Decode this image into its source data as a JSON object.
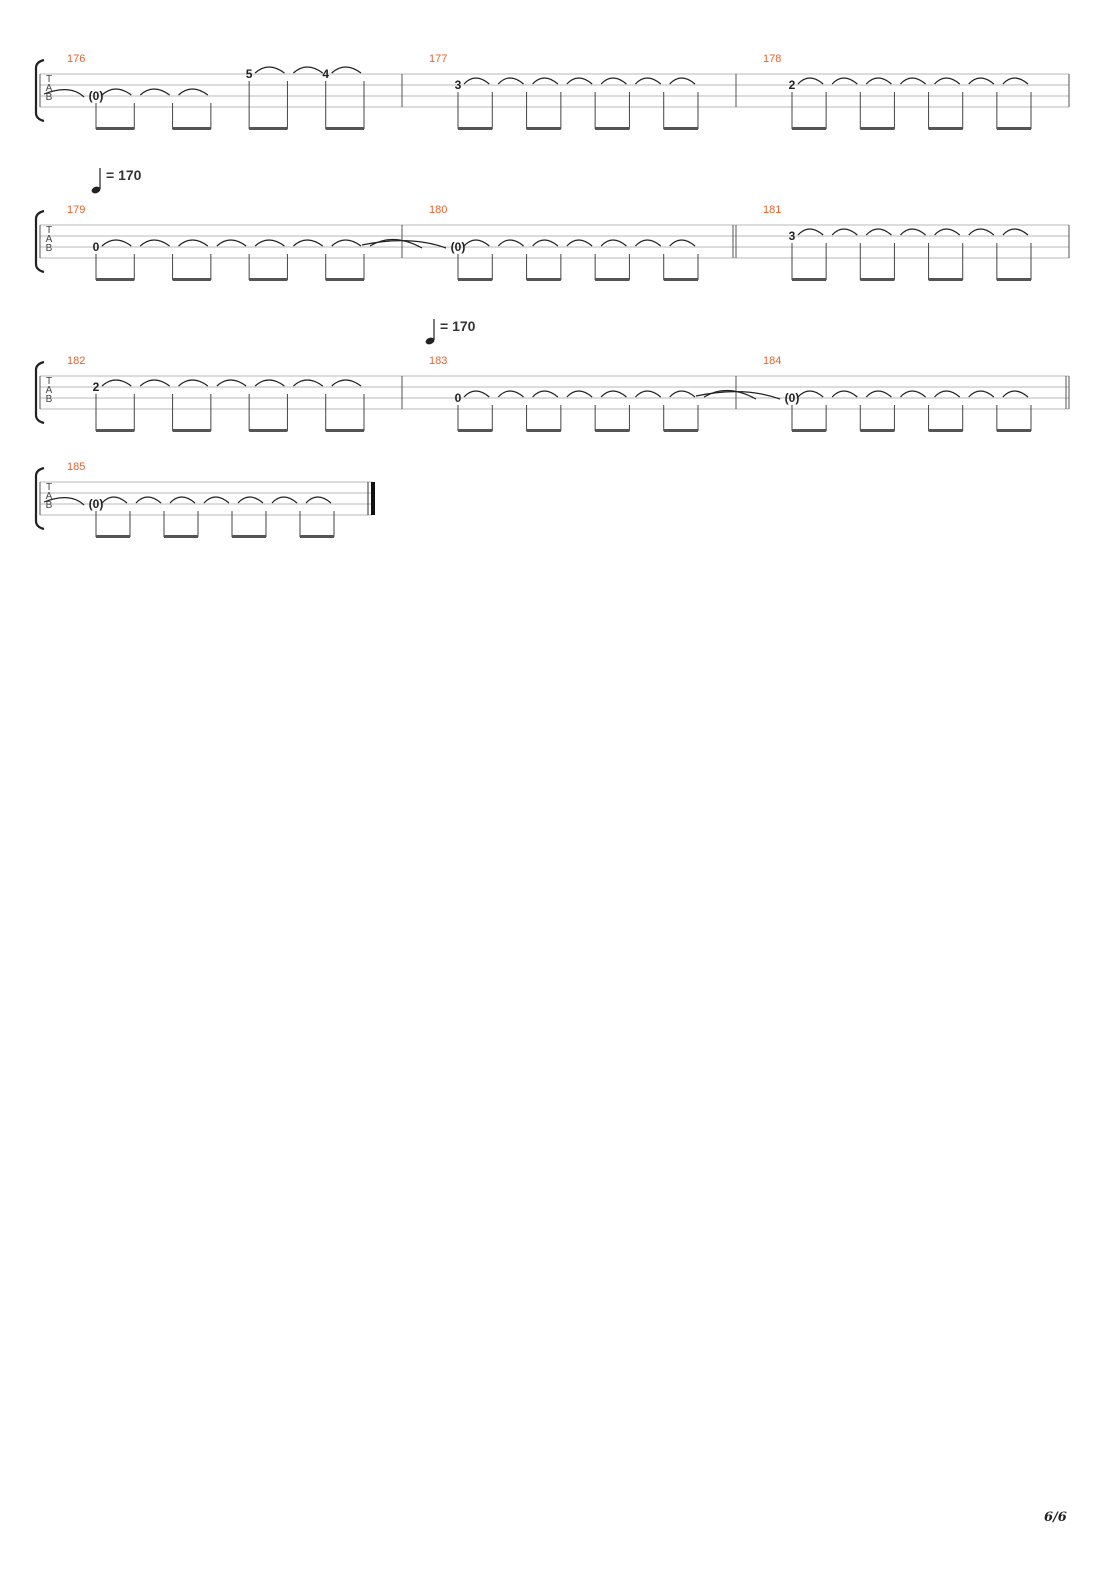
{
  "page_number": "6/6",
  "tempo_markers": [
    {
      "label": "= 170",
      "system": 1,
      "measure": 179
    },
    {
      "label": "= 170",
      "system": 2,
      "measure": 183
    }
  ],
  "systems": [
    {
      "clef_letters": [
        "T",
        "A",
        "B"
      ],
      "measures": [
        {
          "number": "176",
          "notes": [
            {
              "fret": "(0)",
              "string": 3,
              "tied_from_prev": true
            },
            {
              "fret": "",
              "string": 3
            },
            {
              "fret": "",
              "string": 3
            },
            {
              "fret": "",
              "string": 3
            },
            {
              "fret": "5",
              "string": 1
            },
            {
              "fret": "",
              "string": 1
            },
            {
              "fret": "4",
              "string": 1
            },
            {
              "fret": "",
              "string": 1
            }
          ]
        },
        {
          "number": "177",
          "notes": [
            {
              "fret": "3",
              "string": 2
            },
            {
              "fret": "",
              "string": 2
            },
            {
              "fret": "",
              "string": 2
            },
            {
              "fret": "",
              "string": 2
            },
            {
              "fret": "",
              "string": 2
            },
            {
              "fret": "",
              "string": 2
            },
            {
              "fret": "",
              "string": 2
            },
            {
              "fret": "",
              "string": 2
            }
          ]
        },
        {
          "number": "178",
          "notes": [
            {
              "fret": "2",
              "string": 2
            },
            {
              "fret": "",
              "string": 2
            },
            {
              "fret": "",
              "string": 2
            },
            {
              "fret": "",
              "string": 2
            },
            {
              "fret": "",
              "string": 2
            },
            {
              "fret": "",
              "string": 2
            },
            {
              "fret": "",
              "string": 2
            },
            {
              "fret": "",
              "string": 2
            }
          ]
        }
      ]
    },
    {
      "clef_letters": [
        "T",
        "A",
        "B"
      ],
      "measures": [
        {
          "number": "179",
          "notes": [
            {
              "fret": "0",
              "string": 3
            },
            {
              "fret": "",
              "string": 3
            },
            {
              "fret": "",
              "string": 3
            },
            {
              "fret": "",
              "string": 3
            },
            {
              "fret": "",
              "string": 3
            },
            {
              "fret": "",
              "string": 3
            },
            {
              "fret": "",
              "string": 3
            },
            {
              "fret": "",
              "string": 3
            }
          ]
        },
        {
          "number": "180",
          "notes": [
            {
              "fret": "(0)",
              "string": 3,
              "tied_from_prev": true
            },
            {
              "fret": "",
              "string": 3
            },
            {
              "fret": "",
              "string": 3
            },
            {
              "fret": "",
              "string": 3
            },
            {
              "fret": "",
              "string": 3
            },
            {
              "fret": "",
              "string": 3
            },
            {
              "fret": "",
              "string": 3
            },
            {
              "fret": "",
              "string": 3
            }
          ],
          "double_bar_end": true
        },
        {
          "number": "181",
          "notes": [
            {
              "fret": "3",
              "string": 2
            },
            {
              "fret": "",
              "string": 2
            },
            {
              "fret": "",
              "string": 2
            },
            {
              "fret": "",
              "string": 2
            },
            {
              "fret": "",
              "string": 2
            },
            {
              "fret": "",
              "string": 2
            },
            {
              "fret": "",
              "string": 2
            },
            {
              "fret": "",
              "string": 2
            }
          ]
        }
      ]
    },
    {
      "clef_letters": [
        "T",
        "A",
        "B"
      ],
      "measures": [
        {
          "number": "182",
          "notes": [
            {
              "fret": "2",
              "string": 2
            },
            {
              "fret": "",
              "string": 2
            },
            {
              "fret": "",
              "string": 2
            },
            {
              "fret": "",
              "string": 2
            },
            {
              "fret": "",
              "string": 2
            },
            {
              "fret": "",
              "string": 2
            },
            {
              "fret": "",
              "string": 2
            },
            {
              "fret": "",
              "string": 2
            }
          ]
        },
        {
          "number": "183",
          "notes": [
            {
              "fret": "0",
              "string": 3
            },
            {
              "fret": "",
              "string": 3
            },
            {
              "fret": "",
              "string": 3
            },
            {
              "fret": "",
              "string": 3
            },
            {
              "fret": "",
              "string": 3
            },
            {
              "fret": "",
              "string": 3
            },
            {
              "fret": "",
              "string": 3
            },
            {
              "fret": "",
              "string": 3
            }
          ]
        },
        {
          "number": "184",
          "notes": [
            {
              "fret": "(0)",
              "string": 3,
              "tied_from_prev": true
            },
            {
              "fret": "",
              "string": 3
            },
            {
              "fret": "",
              "string": 3
            },
            {
              "fret": "",
              "string": 3
            },
            {
              "fret": "",
              "string": 3
            },
            {
              "fret": "",
              "string": 3
            },
            {
              "fret": "",
              "string": 3
            },
            {
              "fret": "",
              "string": 3
            }
          ],
          "double_bar_end": true
        }
      ]
    },
    {
      "clef_letters": [
        "T",
        "A",
        "B"
      ],
      "measures": [
        {
          "number": "185",
          "notes": [
            {
              "fret": "(0)",
              "string": 3,
              "tied_from_prev": true
            },
            {
              "fret": "",
              "string": 3
            },
            {
              "fret": "",
              "string": 3
            },
            {
              "fret": "",
              "string": 3
            },
            {
              "fret": "",
              "string": 3
            },
            {
              "fret": "",
              "string": 3
            },
            {
              "fret": "",
              "string": 3
            },
            {
              "fret": "",
              "string": 3
            }
          ],
          "final_bar": true
        }
      ]
    }
  ]
}
